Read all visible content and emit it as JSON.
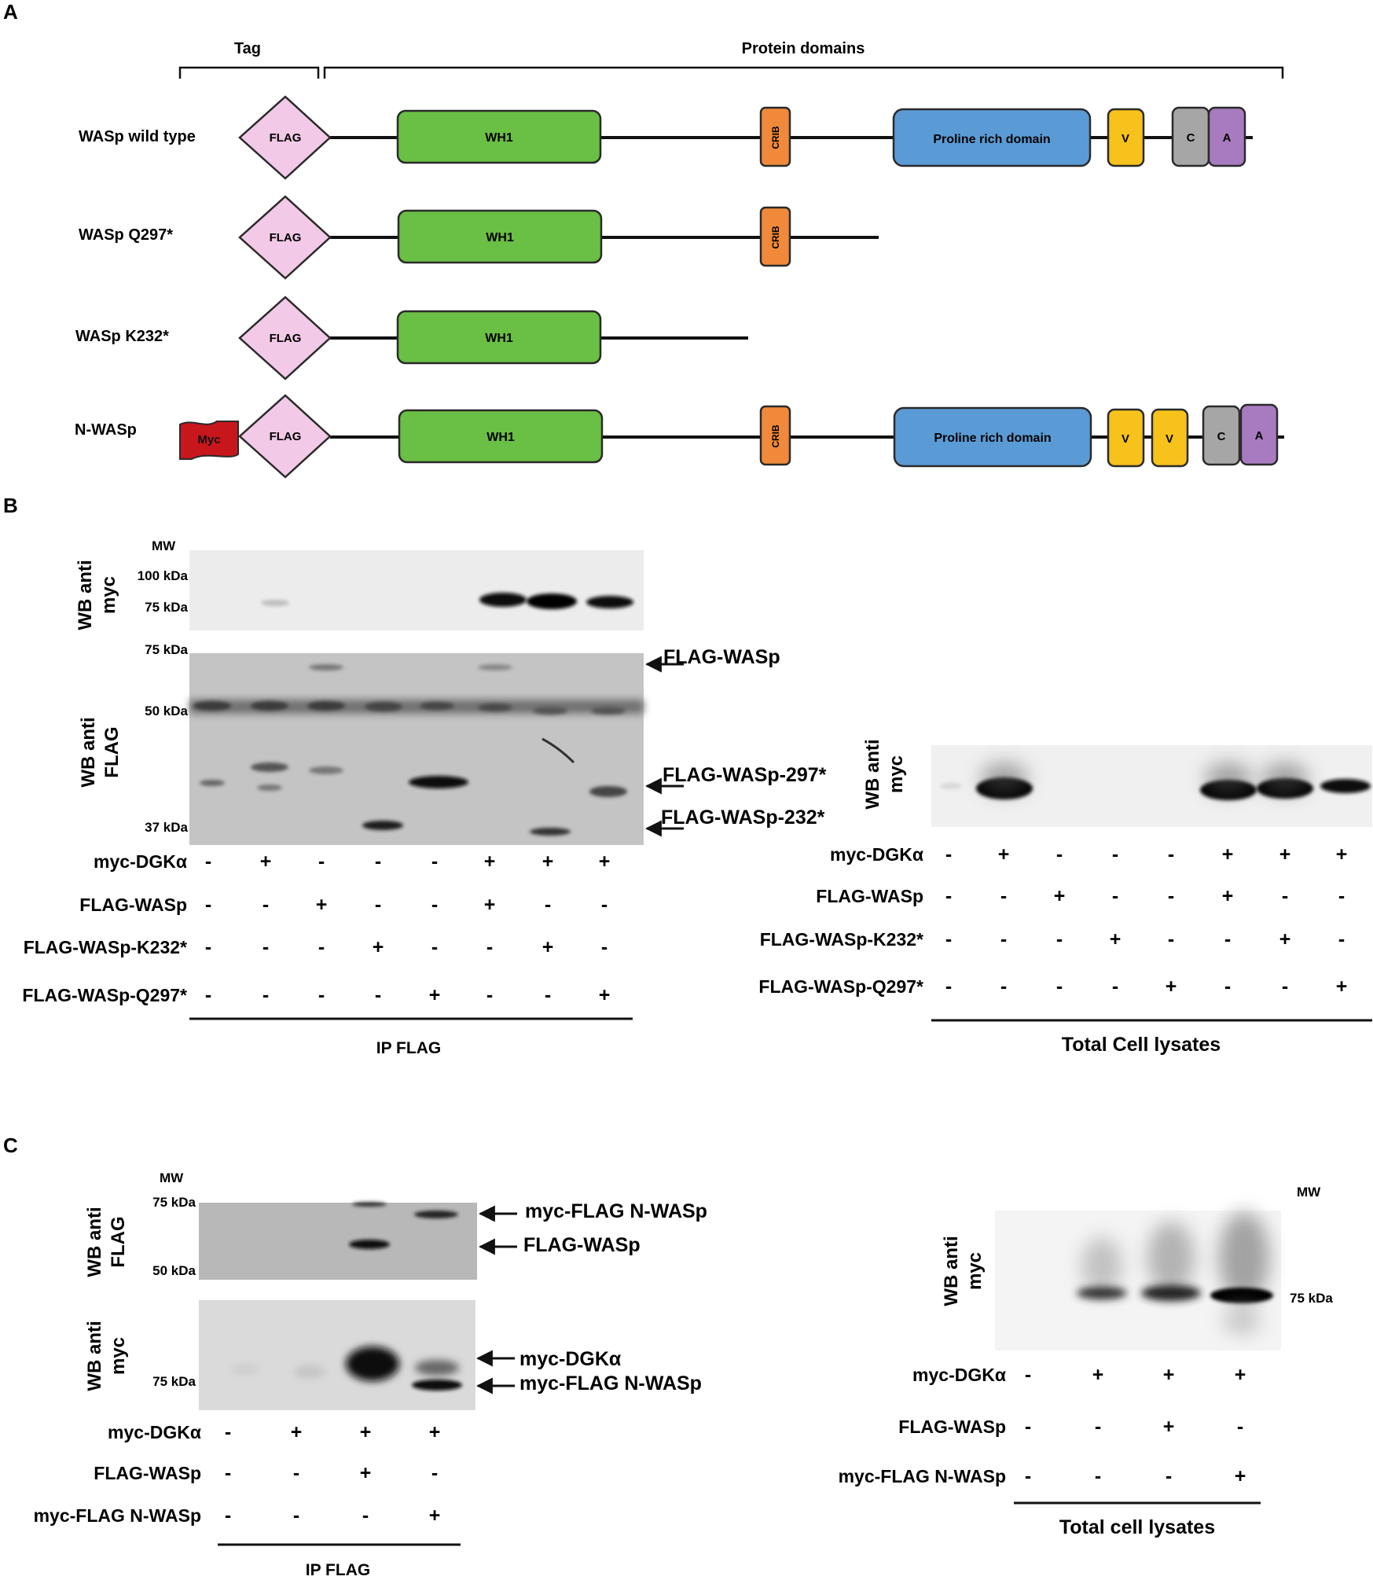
{
  "panels": {
    "a": "A",
    "b": "B",
    "c": "C"
  },
  "panel_a": {
    "tag_header": "Tag",
    "domains_header": "Protein domains",
    "constructs": [
      {
        "name": "WASp wild type",
        "tag": "FLAG",
        "domains": [
          "WH1",
          "CRIB",
          "Proline rich domain",
          "V",
          "C",
          "A"
        ]
      },
      {
        "name": "WASp Q297*",
        "tag": "FLAG",
        "domains": [
          "WH1",
          "CRIB"
        ]
      },
      {
        "name": "WASp K232*",
        "tag": "FLAG",
        "domains": [
          "WH1"
        ]
      },
      {
        "name": "N-WASp",
        "tag": "FLAG",
        "extra_tag": "Myc",
        "domains": [
          "WH1",
          "CRIB",
          "Proline rich domain",
          "V",
          "V",
          "C",
          "A"
        ]
      }
    ],
    "colors": {
      "flag": "#f2c9e6",
      "myc": "#c8161d",
      "wh1": "#6abf45",
      "crib": "#f08a3a",
      "proline": "#5b9bd5",
      "v": "#f7c21b",
      "c": "#a6a6a6",
      "a": "#a87bc0"
    }
  },
  "panel_b": {
    "ip": {
      "mw_header": "MW",
      "blot_myc_label": [
        "WB anti",
        "myc"
      ],
      "blot_myc_mw": [
        "100 kDa",
        "75 kDa"
      ],
      "blot_flag_label": [
        "WB anti",
        "FLAG"
      ],
      "blot_flag_mw": [
        "75 kDa",
        "50 kDa",
        "37 kDa"
      ],
      "arrows": [
        "FLAG-WASp",
        "FLAG-WASp-297*",
        "FLAG-WASp-232*"
      ],
      "rows": [
        {
          "label": "myc-DGKα",
          "signs": [
            "-",
            "+",
            "-",
            "-",
            "-",
            "+",
            "+",
            "+"
          ]
        },
        {
          "label": "FLAG-WASp",
          "signs": [
            "-",
            "-",
            "+",
            "-",
            "-",
            "+",
            "-",
            "-"
          ]
        },
        {
          "label": "FLAG-WASp-K232*",
          "signs": [
            "-",
            "-",
            "-",
            "+",
            "-",
            "-",
            "+",
            "-"
          ]
        },
        {
          "label": "FLAG-WASp-Q297*",
          "signs": [
            "-",
            "-",
            "-",
            "-",
            "+",
            "-",
            "-",
            "+"
          ]
        }
      ],
      "footer": "IP FLAG"
    },
    "lysate": {
      "blot_label": [
        "WB anti",
        "myc"
      ],
      "rows": [
        {
          "label": "myc-DGKα",
          "signs": [
            "-",
            "+",
            "-",
            "-",
            "-",
            "+",
            "+",
            "+"
          ]
        },
        {
          "label": "FLAG-WASp",
          "signs": [
            "-",
            "-",
            "+",
            "-",
            "-",
            "+",
            "-",
            "-"
          ]
        },
        {
          "label": "FLAG-WASp-K232*",
          "signs": [
            "-",
            "-",
            "-",
            "+",
            "-",
            "-",
            "+",
            "-"
          ]
        },
        {
          "label": "FLAG-WASp-Q297*",
          "signs": [
            "-",
            "-",
            "-",
            "-",
            "+",
            "-",
            "-",
            "+"
          ]
        }
      ],
      "footer": "Total Cell lysates"
    }
  },
  "panel_c": {
    "ip": {
      "mw_header": "MW",
      "blot_flag_label": [
        "WB anti",
        "FLAG"
      ],
      "blot_flag_mw": [
        "75 kDa",
        "50 kDa"
      ],
      "blot_myc_label": [
        "WB anti",
        "myc"
      ],
      "blot_myc_mw": [
        "75 kDa"
      ],
      "arrows_flag": [
        "myc-FLAG N-WASp",
        "FLAG-WASp"
      ],
      "arrows_myc": [
        "myc-DGKα",
        "myc-FLAG N-WASp"
      ],
      "rows": [
        {
          "label": "myc-DGKα",
          "signs": [
            "-",
            "+",
            "+",
            "+"
          ]
        },
        {
          "label": "FLAG-WASp",
          "signs": [
            "-",
            "-",
            "+",
            "-"
          ]
        },
        {
          "label": "myc-FLAG N-WASp",
          "signs": [
            "-",
            "-",
            "-",
            "+"
          ]
        }
      ],
      "footer": "IP FLAG"
    },
    "lysate": {
      "mw_header": "MW",
      "blot_label": [
        "WB anti",
        "myc"
      ],
      "blot_mw": [
        "75 kDa"
      ],
      "rows": [
        {
          "label": "myc-DGKα",
          "signs": [
            "-",
            "+",
            "+",
            "+"
          ]
        },
        {
          "label": "FLAG-WASp",
          "signs": [
            "-",
            "-",
            "+",
            "-"
          ]
        },
        {
          "label": "myc-FLAG N-WASp",
          "signs": [
            "-",
            "-",
            "-",
            "+"
          ]
        }
      ],
      "footer": "Total cell lysates"
    }
  }
}
